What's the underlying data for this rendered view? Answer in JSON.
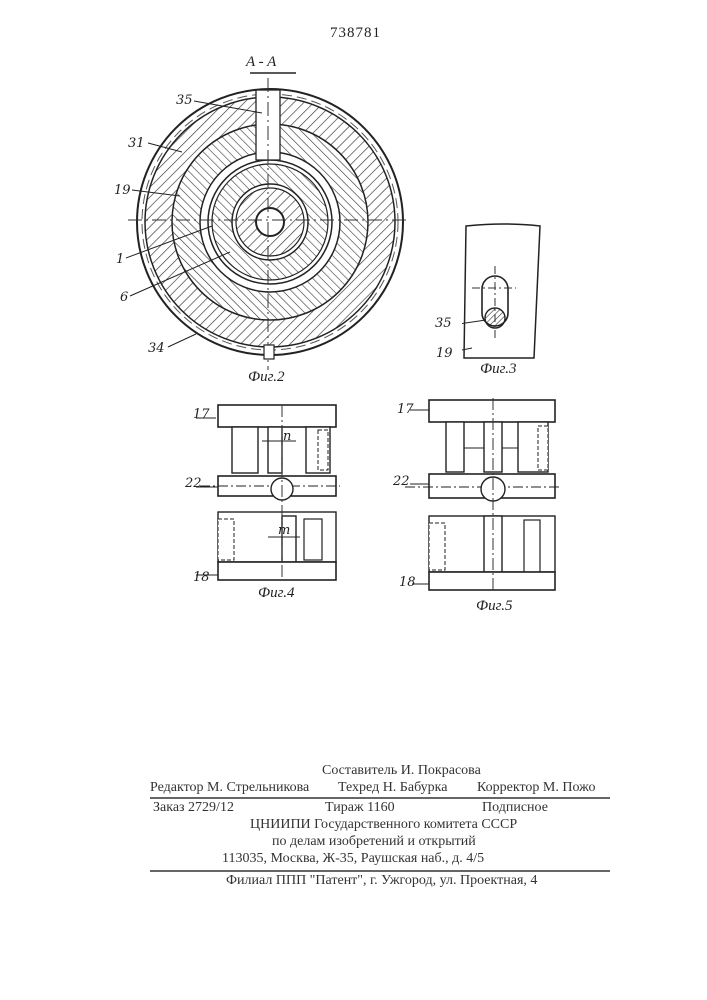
{
  "header": {
    "document_number": "738781",
    "section_label": "A - A"
  },
  "figures": {
    "fig2": {
      "caption": "Фиг.2",
      "labels": {
        "l35": "35",
        "l31": "31",
        "l19": "19",
        "l1": "1",
        "l6": "6",
        "l34": "34"
      }
    },
    "fig3": {
      "caption": "Фиг.3",
      "labels": {
        "l35": "35",
        "l19": "19"
      }
    },
    "fig4": {
      "caption": "Фиг.4",
      "labels": {
        "l17": "17",
        "l22": "22",
        "l18": "18",
        "n": "n",
        "m": "m"
      }
    },
    "fig5": {
      "caption": "Фиг.5",
      "labels": {
        "l17": "17",
        "l22": "22",
        "l18": "18"
      }
    }
  },
  "imprint": {
    "compiler": "Составитель И. Покрасова",
    "editor": "Редактор М. Стрельникова",
    "techred": "Техред Н. Бабурка",
    "corrector": "Корректор М. Пожо",
    "order": "Заказ 2729/12",
    "circulation": "Тираж 1160",
    "subscription": "Подписное",
    "org1": "ЦНИИПИ Государственного комитета СССР",
    "org2": "по делам изобретений и открытий",
    "address": "113035, Москва, Ж-35, Раушская наб., д. 4/5",
    "branch": "Филиал ППП \"Патент\", г. Ужгород, ул. Проектная, 4"
  }
}
